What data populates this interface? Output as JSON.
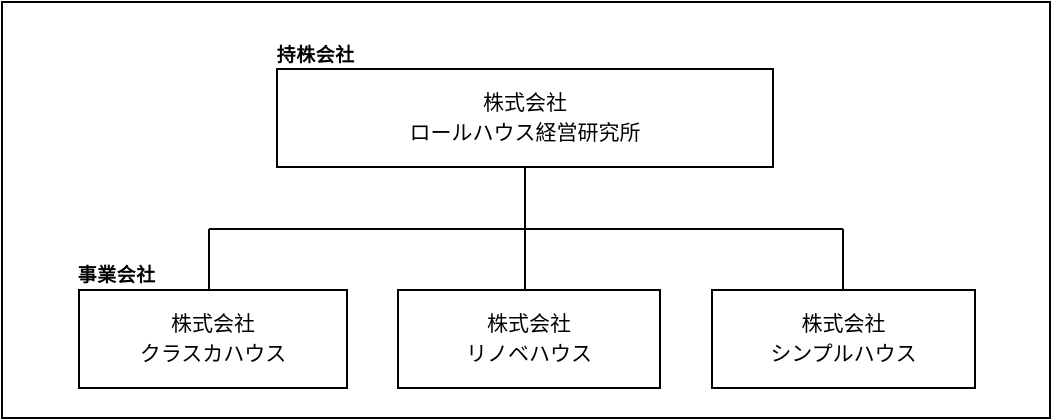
{
  "labels": {
    "holding": "持株会社",
    "operating": "事業会社"
  },
  "holding_company": {
    "line1": "株式会社",
    "line2": "ロールハウス経営研究所"
  },
  "subsidiaries": [
    {
      "line1": "株式会社",
      "line2": "クラスカハウス"
    },
    {
      "line1": "株式会社",
      "line2": "リノベハウス"
    },
    {
      "line1": "株式会社",
      "line2": "シンプルハウス"
    }
  ]
}
